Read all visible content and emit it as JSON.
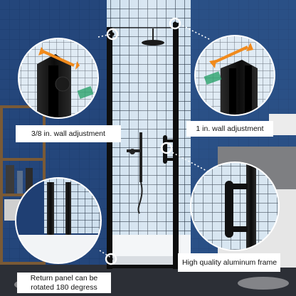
{
  "labels": {
    "wall_adjust_small": "3/8 in. wall adjustment",
    "wall_adjust_large": "1 in. wall adjustment",
    "return_panel_line1": "Return panel can be",
    "return_panel_line2": "rotated 180 degress",
    "frame": "High quality aluminum frame"
  },
  "icons": {
    "hotspot": "circle-marker-icon",
    "wall_arrow": "double-arrow-icon"
  },
  "colors": {
    "wall_blue": "#1f3f73",
    "tile_light": "#cfe0ee",
    "tile_grout": "#1f2d3d",
    "frame_black": "#111111",
    "arrow_orange": "#f08a1c",
    "dotted_line": "#ffffff"
  }
}
